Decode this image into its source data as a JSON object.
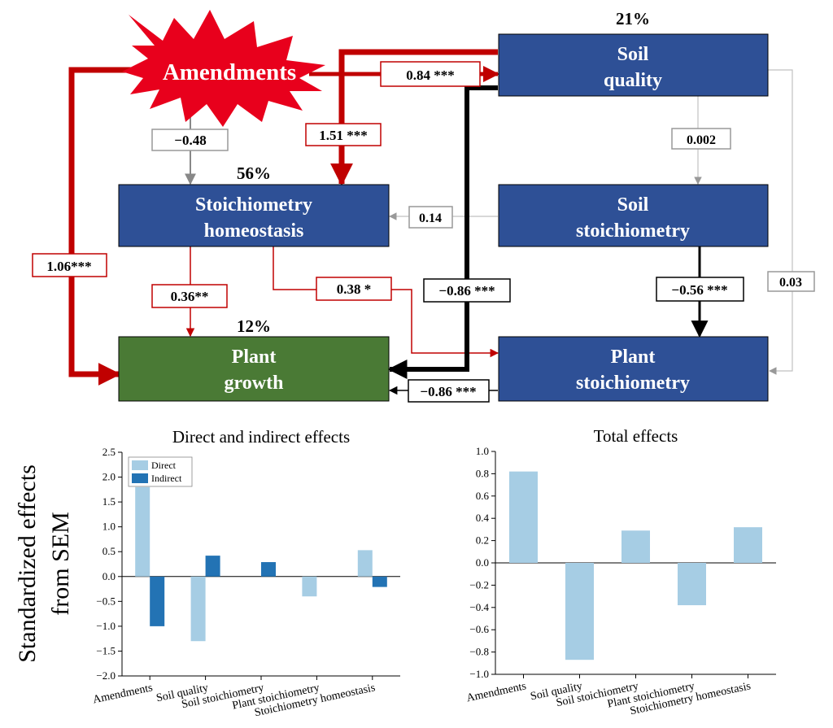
{
  "sem": {
    "amendments_label": "Amendments",
    "nodes": {
      "soil_quality": {
        "line1": "Soil",
        "line2": "quality",
        "r2": "21%"
      },
      "stoich_homeo": {
        "line1": "Stoichiometry",
        "line2": "homeostasis",
        "r2": "56%"
      },
      "soil_stoich": {
        "line1": "Soil",
        "line2": "stoichiometry"
      },
      "plant_growth": {
        "line1": "Plant",
        "line2": "growth",
        "r2": "12%"
      },
      "plant_stoich": {
        "line1": "Plant",
        "line2": "stoichiometry"
      }
    },
    "paths": {
      "amend_soilq": "0.84 ***",
      "amend_homeo_gray": "−0.48",
      "soilq_homeo": "1.51 ***",
      "amend_growth": "1.06***",
      "soilq_soilst": "0.002",
      "soilst_homeo": "0.14",
      "homeo_growth": "0.36**",
      "homeo_plantst": "0.38 *",
      "soilq_growth": "−0.86 ***",
      "soilst_plantst": "−0.56 ***",
      "soilq_plantst": "0.03",
      "plantst_growth": "−0.86 ***"
    },
    "colors": {
      "node_blue": "#2e5096",
      "node_green": "#4a7a35",
      "red": "#c00000",
      "black": "#000000",
      "gray": "#888888",
      "lightgray": "#c0c0c0"
    }
  },
  "ylabel_line1": "Standardized effects",
  "ylabel_line2": "from SEM",
  "chart_data": [
    {
      "type": "bar",
      "title": "Direct and indirect effects",
      "categories": [
        "Amendments",
        "Soil quality",
        "Soil stoichiometry",
        "Plant stoichiometry",
        "Stoichiometry homeostasis"
      ],
      "series": [
        {
          "name": "Direct",
          "values": [
            1.8,
            -1.3,
            null,
            -0.4,
            0.53
          ],
          "color": "#a6cde4"
        },
        {
          "name": "Indirect",
          "values": [
            -1.0,
            0.42,
            0.29,
            null,
            -0.21
          ],
          "color": "#2373b4"
        }
      ],
      "ylim": [
        -2.0,
        2.5
      ],
      "yticks": [
        "2.5",
        "2.0",
        "1.5",
        "1.0",
        "0.5",
        "0.0",
        "−0.5",
        "−1.0",
        "−1.5",
        "−2.0"
      ],
      "legend": "top-left"
    },
    {
      "type": "bar",
      "title": "Total effects",
      "categories": [
        "Amendments",
        "Soil quality",
        "Soil stoichiometry",
        "Plant stoichiometry",
        "Stoichiometry homeostasis"
      ],
      "values": [
        0.82,
        -0.87,
        0.29,
        -0.38,
        0.32
      ],
      "color": "#a6cde4",
      "ylim": [
        -1.0,
        1.0
      ],
      "yticks": [
        "1.0",
        "0.8",
        "0.6",
        "0.4",
        "0.2",
        "0.0",
        "−0.2",
        "−0.4",
        "−0.6",
        "−0.8",
        "−1.0"
      ]
    }
  ]
}
